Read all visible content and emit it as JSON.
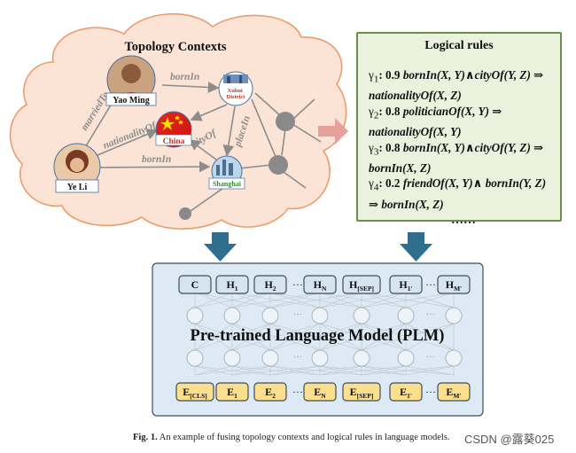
{
  "topology": {
    "title": "Topology Contexts",
    "nodes": {
      "yao_ming": "Yao Ming",
      "xuhui": "Xuhui District",
      "china": "China",
      "ye_li": "Ye Li",
      "shanghai": "Shanghai"
    },
    "relations": {
      "married_to": "marriedTo",
      "born_in_top": "bornIn",
      "nationality_of": "nationalityOf",
      "city_of": "cityOf",
      "place_in": "placeIn",
      "born_in_bottom": "bornIn"
    }
  },
  "rules": {
    "title": "Logical rules",
    "items": [
      {
        "gamma": "γ",
        "idx": "1",
        "weight": ": 0.9",
        "text": " bornIn(X, Y)∧cityOf(Y, Z) ⇒ nationalityOf(X, Z)"
      },
      {
        "gamma": "γ",
        "idx": "2",
        "weight": ": 0.8",
        "text": " politicianOf(X, Y) ⇒ nationalityOf(X, Y)"
      },
      {
        "gamma": "γ",
        "idx": "3",
        "weight": ": 0.8",
        "text": " bornIn(X, Y)∧cityOf(Y, Z) ⇒ bornIn(X, Z)"
      },
      {
        "gamma": "γ",
        "idx": "4",
        "weight": ": 0.2",
        "text": " friendOf(X, Y)∧ bornIn(Y, Z) ⇒ bornIn(X, Z)"
      }
    ],
    "ellipsis": "……"
  },
  "plm": {
    "title": "Pre-trained Language Model (PLM)",
    "outputs": [
      {
        "base": "C",
        "sub": ""
      },
      {
        "base": "H",
        "sub": "1"
      },
      {
        "base": "H",
        "sub": "2"
      },
      {
        "base": "···",
        "sub": "",
        "dots": true
      },
      {
        "base": "H",
        "sub": "N"
      },
      {
        "base": "H",
        "sub": "[SEP]"
      },
      {
        "base": "H",
        "sub": "1'"
      },
      {
        "base": "···",
        "sub": "",
        "dots": true
      },
      {
        "base": "H",
        "sub": "M'"
      }
    ],
    "inputs": [
      {
        "base": "E",
        "sub": "[CLS]"
      },
      {
        "base": "E",
        "sub": "1"
      },
      {
        "base": "E",
        "sub": "2"
      },
      {
        "base": "···",
        "sub": "",
        "dots": true
      },
      {
        "base": "E",
        "sub": "N"
      },
      {
        "base": "E",
        "sub": "[SEP]"
      },
      {
        "base": "E",
        "sub": "1'"
      },
      {
        "base": "···",
        "sub": "",
        "dots": true
      },
      {
        "base": "E",
        "sub": "M'"
      }
    ],
    "hidden_dots": "···"
  },
  "caption": {
    "fig": "Fig. 1.",
    "text": "  An example of fusing topology contexts and logical rules in language models."
  },
  "watermark": "CSDN @露葵025",
  "colors": {
    "cloud_fill": "#fbe4d5",
    "cloud_stroke": "#ec9c6c",
    "rules_fill": "#eaf1dc",
    "rules_stroke": "#6d8f4c",
    "plm_fill": "#ddeaf5",
    "arrow_blue": "#2f6e8e",
    "arrow_pink": "#e6a09b",
    "output_box": "#d6e4f1",
    "input_box": "#fbdf8f"
  }
}
